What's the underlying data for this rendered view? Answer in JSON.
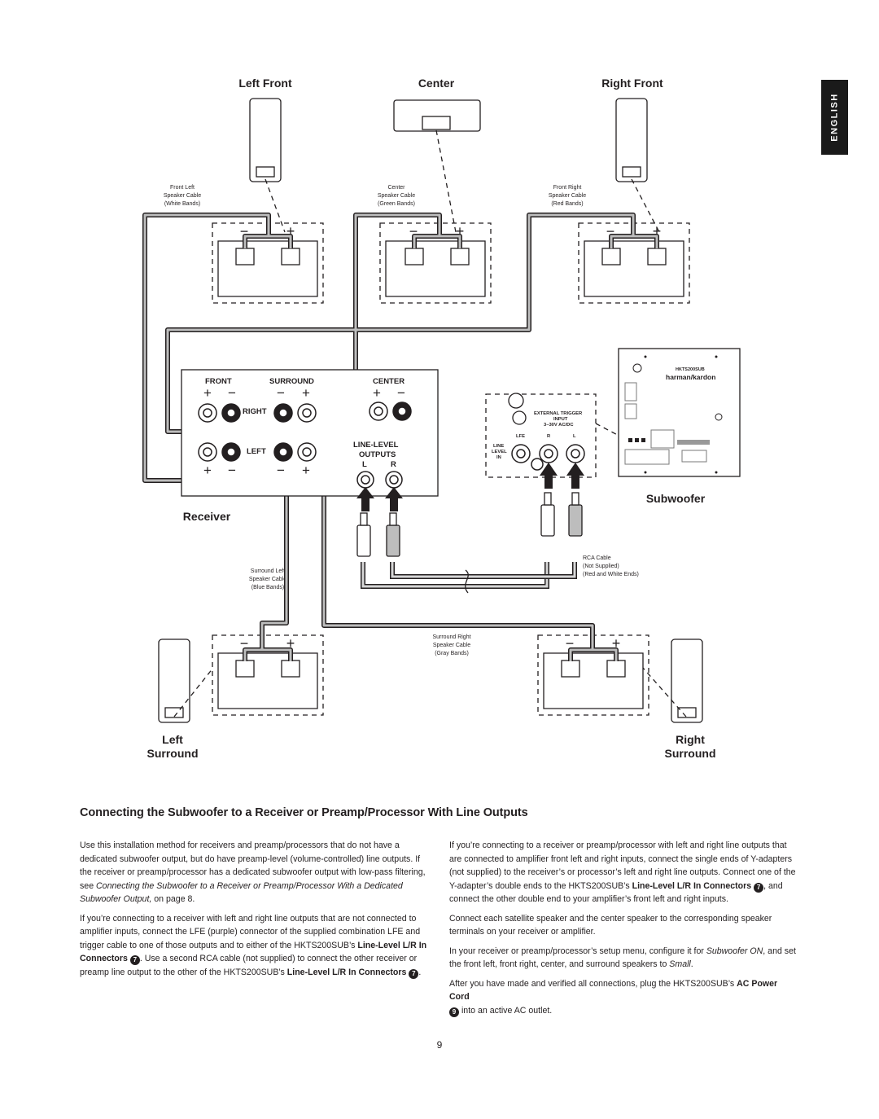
{
  "side_tab": {
    "label": "ENGLISH"
  },
  "diagram": {
    "speaker_titles": {
      "left_front": "Left Front",
      "center": "Center",
      "right_front": "Right Front",
      "left_surround_1": "Left",
      "left_surround_2": "Surround",
      "right_surround_1": "Right",
      "right_surround_2": "Surround"
    },
    "cable_labels": {
      "front_left": [
        "Front Left",
        "Speaker Cable",
        "(White Bands)"
      ],
      "center": [
        "Center",
        "Speaker Cable",
        "(Green Bands)"
      ],
      "front_right": [
        "Front Right",
        "Speaker Cable",
        "(Red Bands)"
      ],
      "surround_left": [
        "Surround Left",
        "Speaker Cable",
        "(Blue Bands)"
      ],
      "surround_right": [
        "Surround Right",
        "Speaker Cable",
        "(Gray Bands)"
      ],
      "rca": [
        "RCA Cable",
        "(Not Supplied)",
        "(Red and White Ends)"
      ]
    },
    "terminal_signs": {
      "minus": "−",
      "plus": "+"
    },
    "receiver": {
      "title": "Receiver",
      "front": "FRONT",
      "surround": "SURROUND",
      "center": "CENTER",
      "right": "RIGHT",
      "left": "LEFT",
      "line_level": "LINE-LEVEL",
      "outputs": "OUTPUTS",
      "l": "L",
      "r": "R"
    },
    "subwoofer": {
      "title": "Subwoofer",
      "ext_trigger_1": "EXTERNAL TRIGGER",
      "ext_trigger_2": "INPUT",
      "ext_trigger_3": "3–30V AC/DC",
      "lfe": "LFE",
      "r": "R",
      "l": "L",
      "line_level_1": "LINE",
      "line_level_2": "LEVEL",
      "line_level_3": "IN",
      "model": "HKTS200SUB",
      "brand": "harman/kardon"
    }
  },
  "section_title": "Connecting the Subwoofer to a Receiver or Preamp/Processor With Line Outputs",
  "left_column": {
    "p1_a": "Use this installation method for receivers and preamp/processors that do not have a dedicated subwoofer output, but do have preamp-level (volume-controlled) line outputs. If the receiver or preamp/processor has a dedicated subwoofer output with low-pass filtering, see ",
    "p1_ref": "Connecting the Subwoofer to a Receiver or Preamp/Processor With a Dedicated Subwoofer Output,",
    "p1_b": " on page 8.",
    "p2_a": "If you’re connecting to a receiver with left and right line outputs that are not connected to amplifier inputs, connect the LFE (purple) connector of the supplied combination LFE and trigger cable to one of those outputs and to either of the HKTS200SUB’s ",
    "p2_bold1": "Line-Level L/R In Connectors",
    "p2_num1": "7",
    "p2_b": ". Use a second RCA cable (not supplied) to connect the other receiver or preamp line output to the other of the HKTS200SUB’s ",
    "p2_bold2": "Line-Level L/R In Connectors",
    "p2_num2": "7",
    "p2_c": "."
  },
  "right_column": {
    "p1_a": "If you’re connecting to a receiver or preamp/processor with left and right line outputs that are connected to amplifier front left and right inputs, connect the single ends of Y-adapters (not supplied) to the receiver’s or processor’s left and right line outputs. Connect one of the Y-adapter’s double ends to the HKTS200SUB’s ",
    "p1_bold": "Line-Level L/R In Connectors",
    "p1_num": "7",
    "p1_b": ", and connect the other double end to your amplifier’s front left and right inputs.",
    "p2": "Connect each satellite speaker and the center speaker to the corresponding speaker terminals on your receiver or amplifier.",
    "p3_a": "In your receiver or preamp/processor’s setup menu, configure it for ",
    "p3_i1": "Subwoofer ON",
    "p3_b": ", and set the front left, front right, center, and surround speakers to ",
    "p3_i2": "Small",
    "p3_c": ".",
    "p4_a": "After you have made and verified all connections, plug the HKTS200SUB’s ",
    "p4_bold": "AC Power Cord",
    "p4_num": "9",
    "p4_b": " into an active AC outlet."
  },
  "page_number": "9"
}
